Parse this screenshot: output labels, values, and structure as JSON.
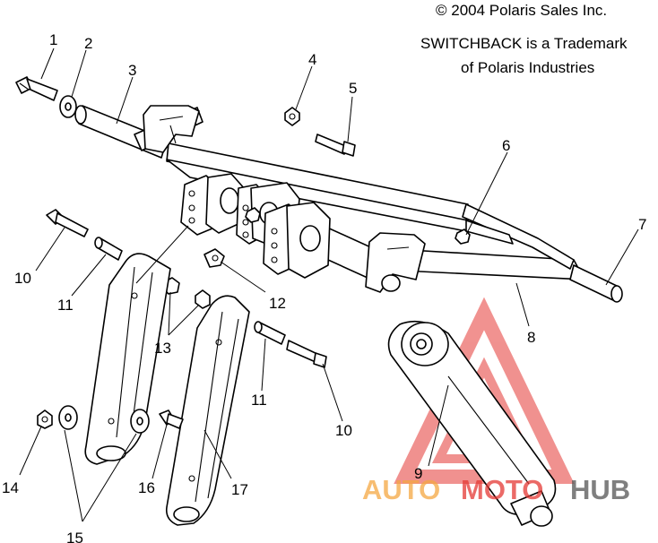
{
  "header": {
    "copyright": "© 2004 Polaris Sales Inc.",
    "trademark_line1": "SWITCHBACK is a Trademark",
    "trademark_line2": "of Polaris Industries"
  },
  "callouts": [
    "1",
    "2",
    "3",
    "4",
    "5",
    "6",
    "7",
    "8",
    "9",
    "10",
    "11",
    "12",
    "13",
    "14",
    "15",
    "16",
    "17",
    "11",
    "10"
  ],
  "watermark": {
    "part1": "AUTO",
    "part2": "MOTO",
    "part3": "HUB",
    "colors": {
      "triangle": "#e53935",
      "auto": "#f5a742",
      "moto": "#e53935",
      "hub": "#555555"
    }
  }
}
